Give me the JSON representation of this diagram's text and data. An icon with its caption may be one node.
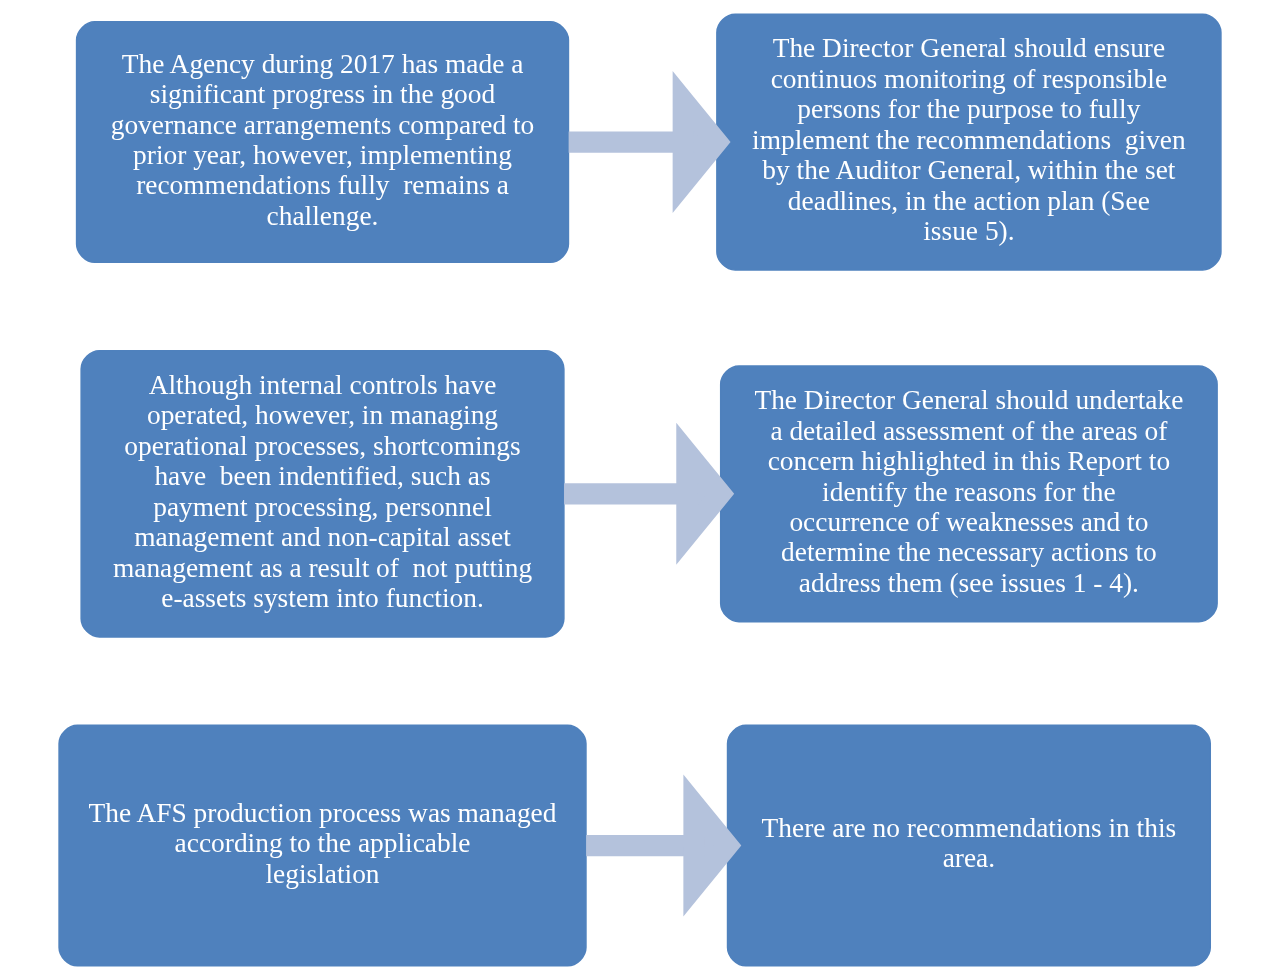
{
  "diagram": {
    "nodes": [
      {
        "text": [
          "The AFS production process was managed according to the applicable legislation"
        ]
      },
      {
        "text": [
          "There are no recommendations in this area."
        ]
      },
      {
        "text": [
          "Although internal controls have operated, however, in managing operational processes, shortcomings have  been indentified, such as payment processing, personnel management and non-capital asset management as a result of  not putting e-assets system into function."
        ]
      },
      {
        "text": [
          "The Director General should undertake a detailed assessment of the areas of concern highlighted in this Report to identify the reasons for the occurrence of weaknesses and to determine the necessary actions to address them (see issues 1 - 4)."
        ]
      },
      {
        "text": [
          "The Agency during 2017 has made a significant progress in the good governance arrangements compared to prior year, however, implementing recommendations fully  remains a challenge."
        ]
      },
      {
        "text": [
          "The Director General should ensure continuos monitoring of responsible persons for the purpose to fully implement the recommendations  given by the Auditor General, within the set deadlines, in the action plan (See issue 5)."
        ]
      }
    ],
    "edges": [
      {
        "from": 0,
        "to": 1,
        "arrow": "to"
      },
      {
        "from": 2,
        "to": 3,
        "arrow": "to"
      },
      {
        "from": 4,
        "to": 5,
        "arrow": "to"
      }
    ]
  }
}
